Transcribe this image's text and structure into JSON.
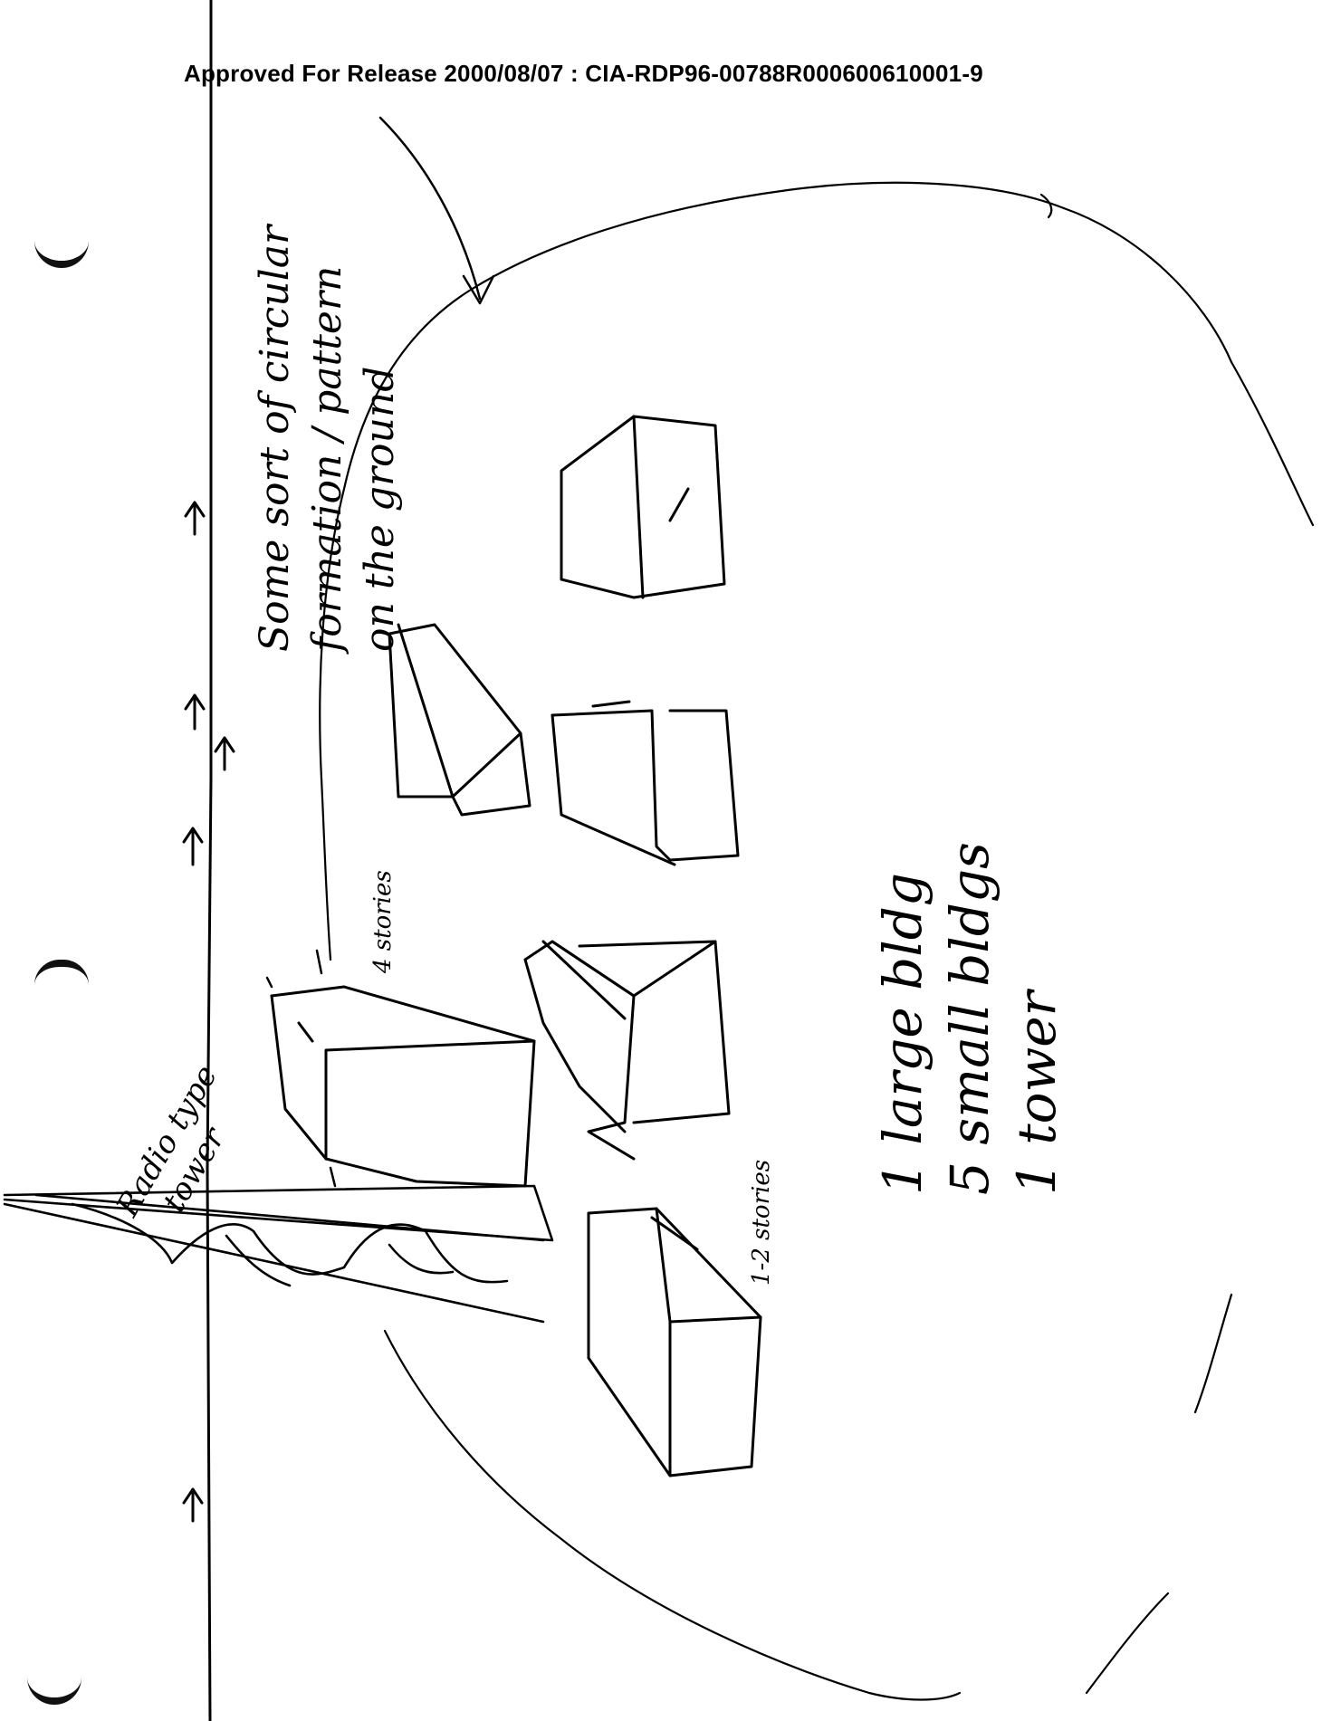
{
  "header": {
    "release_line": "Approved For Release 2000/08/07 : CIA-RDP96-00788R000600610001-9"
  },
  "annotations": {
    "circular_formation": [
      "Some sort of circular",
      "formation / pattern",
      "on the ground"
    ],
    "tower_label": [
      "Radio type",
      "tower"
    ],
    "height_upper": "4 stories",
    "height_lower": "1-2 stories",
    "legend": [
      "1 large bldg",
      "5 small bldgs",
      "1 tower"
    ]
  }
}
